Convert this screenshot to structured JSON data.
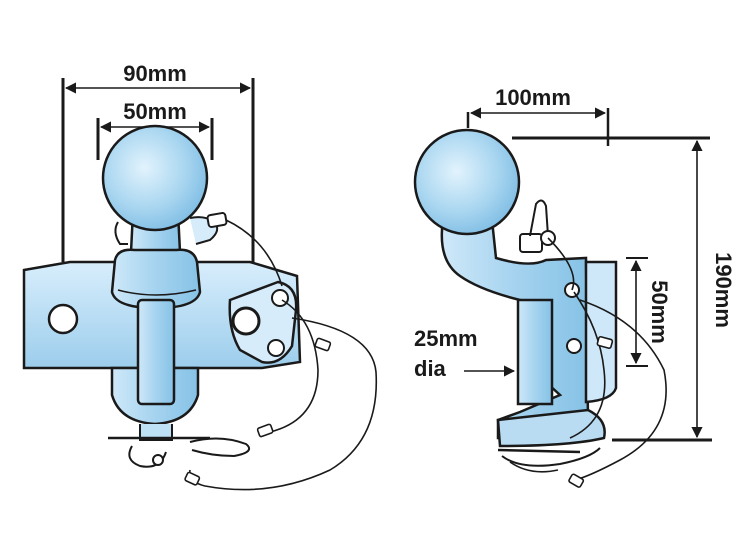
{
  "labels": {
    "front_outer_width": "90mm",
    "front_ball_diameter": "50mm",
    "side_ball_offset": "100mm",
    "side_total_height": "190mm",
    "side_pin_spacing": "50mm",
    "side_pin_diameter_line1": "25mm",
    "side_pin_diameter_line2": "dia"
  },
  "colors": {
    "body_light": "#d6ecfb",
    "body_mid": "#9fd0ee",
    "body_dark": "#6fb3de",
    "outline": "#1a1a1a",
    "text": "#1a1a1a"
  }
}
